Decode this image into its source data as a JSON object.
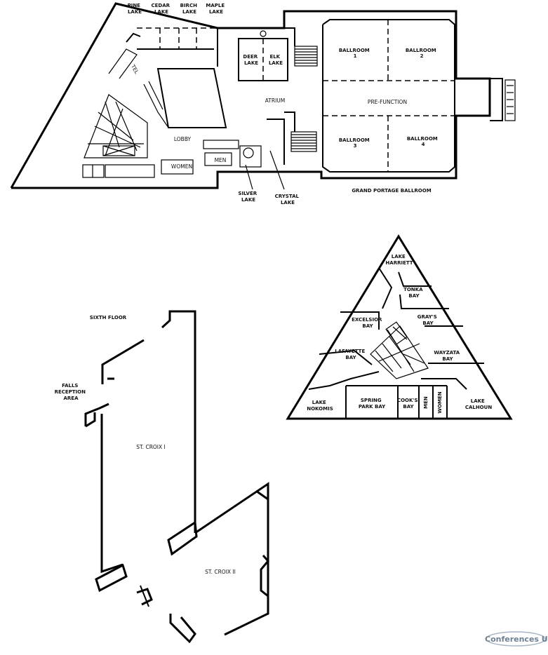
{
  "plan_top": {
    "rooms": {
      "pine_lake": [
        "PINE",
        "LAKE"
      ],
      "cedar_lake": [
        "CEDAR",
        "LAKE"
      ],
      "birch_lake": [
        "BIRCH",
        "LAKE"
      ],
      "maple_lake": [
        "MAPLE",
        "LAKE"
      ],
      "deer_lake": [
        "DEER",
        "LAKE"
      ],
      "elk_lake": [
        "ELK",
        "LAKE"
      ],
      "tel": "TEL",
      "atrium": "ATRIUM",
      "lobby": "LOBBY",
      "women": "WOMEN",
      "men": "MEN",
      "silver_lake": [
        "SILVER",
        "LAKE"
      ],
      "crystal_lake": [
        "CRYSTAL",
        "LAKE"
      ],
      "ballroom_1": [
        "BALLROOM",
        "1"
      ],
      "ballroom_2": [
        "BALLROOM",
        "2"
      ],
      "ballroom_3": [
        "BALLROOM",
        "3"
      ],
      "ballroom_4": [
        "BALLROOM",
        "4"
      ],
      "pre_function": "PRE-FUNCTION",
      "grand_portage": "GRAND PORTAGE BALLROOM"
    }
  },
  "plan_triangle": {
    "rooms": {
      "lake_harriett": [
        "LAKE",
        "HARRIETT"
      ],
      "tonka_bay": [
        "TONKA",
        "BAY"
      ],
      "excelsior_bay": [
        "EXCELSIOR",
        "BAY"
      ],
      "grays_bay": [
        "GRAY'S",
        "BAY"
      ],
      "lafayette_bay": [
        "LAFAYETTE",
        "BAY"
      ],
      "wayzata_bay": [
        "WAYZATA",
        "BAY"
      ],
      "lake_nokomis": [
        "LAKE",
        "NOKOMIS"
      ],
      "spring_park_bay": [
        "SPRING",
        "PARK BAY"
      ],
      "cooks_bay": [
        "COOK'S",
        "BAY"
      ],
      "men": "MEN",
      "women": "WOMEN",
      "lake_calhoun": [
        "LAKE",
        "CALHOUN"
      ]
    }
  },
  "plan_sixth": {
    "title": "SIXTH FLOOR",
    "falls_reception": [
      "FALLS",
      "RECEPTION",
      "AREA"
    ],
    "st_croix_1": "ST. CROIX I",
    "st_croix_2": "ST. CROIX II"
  },
  "watermark": "Conferences UK",
  "colors": {
    "ink": "#000000",
    "background": "#ffffff",
    "watermark": "#6f7f92"
  }
}
